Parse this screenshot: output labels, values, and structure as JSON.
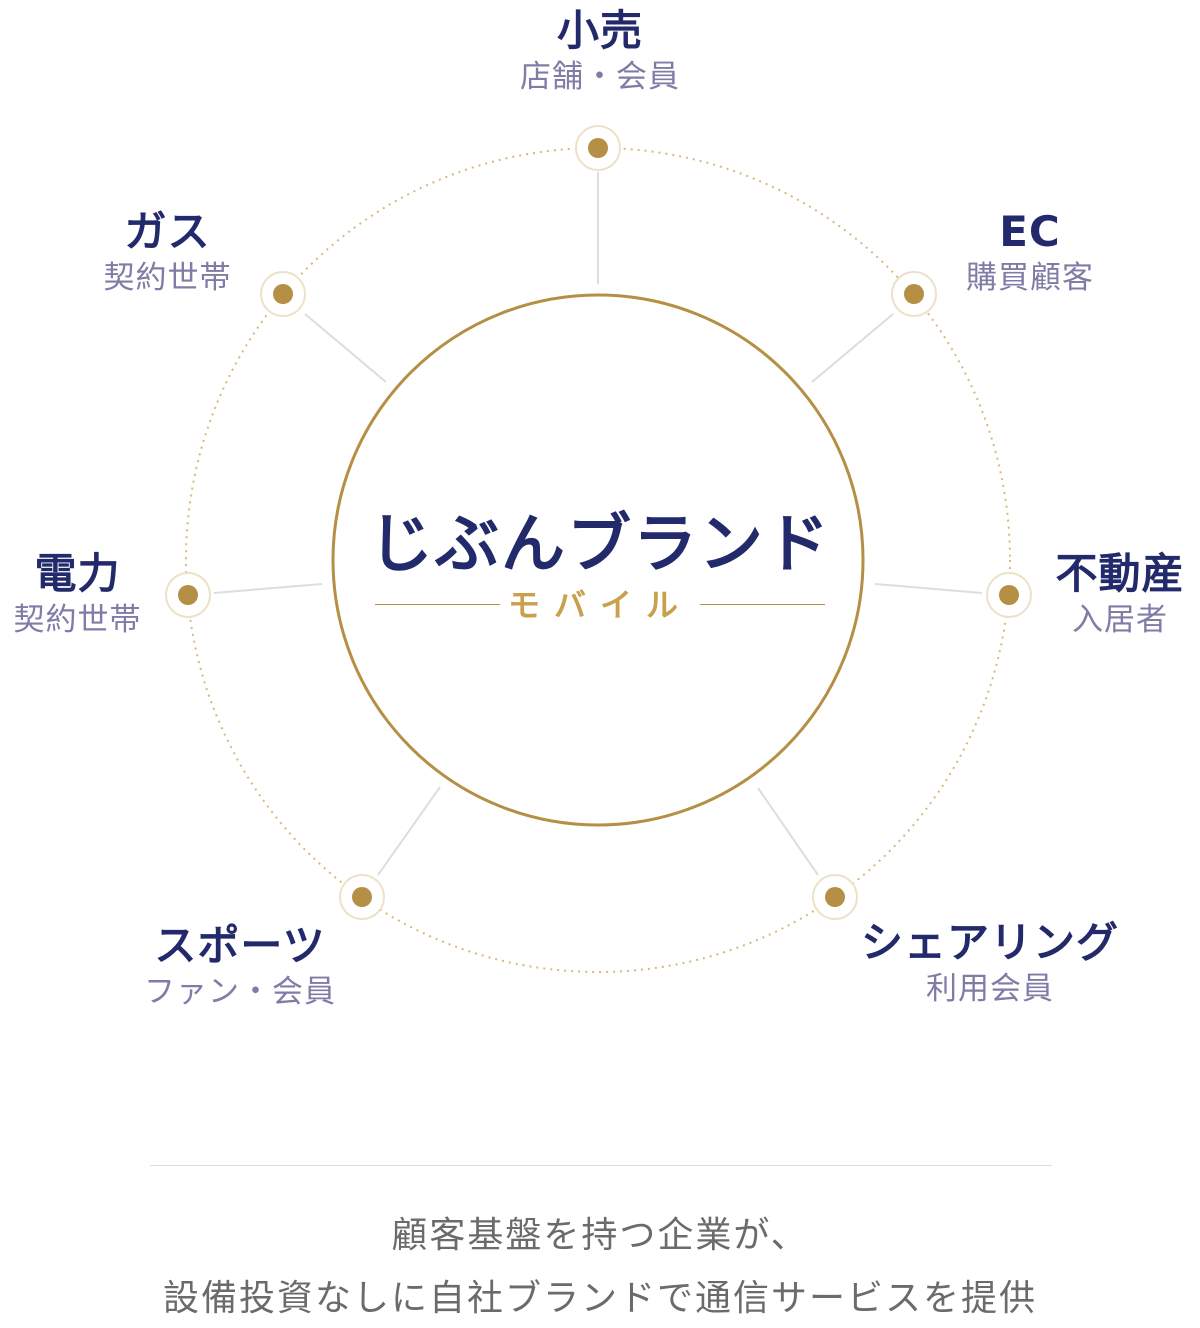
{
  "center": {
    "logo_main": "じぶんブランド",
    "logo_sub": "モバイル"
  },
  "nodes": [
    {
      "title": "小売",
      "sub": "店舗・会員"
    },
    {
      "title": "EC",
      "sub": "購買顧客"
    },
    {
      "title": "不動産",
      "sub": "入居者"
    },
    {
      "title": "シェアリング",
      "sub": "利用会員"
    },
    {
      "title": "スポーツ",
      "sub": "ファン・会員"
    },
    {
      "title": "電力",
      "sub": "契約世帯"
    },
    {
      "title": "ガス",
      "sub": "契約世帯"
    }
  ],
  "caption": {
    "line1": "顧客基盤を持つ企業が、",
    "line2": "設備投資なしに自社ブランドで通信サービスを提供"
  },
  "colors": {
    "navy": "#232a6b",
    "gold": "#b58f45",
    "gold_light": "#c8a04e",
    "sub_text": "#7f7ca6",
    "caption_text": "#6b6b6b",
    "connector": "#dddddd"
  }
}
